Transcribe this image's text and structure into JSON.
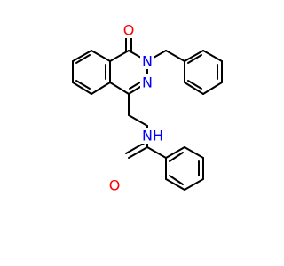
{
  "molecule": {
    "atoms": {
      "carbonyl_oxygen": {
        "symbol": "O",
        "color": "#ff0000"
      },
      "ring_nitrogen_substituted": {
        "symbol": "N",
        "color": "#0000ff"
      },
      "ring_nitrogen_imine": {
        "symbol": "N",
        "color": "#0000ff"
      },
      "amide_nitrogen": {
        "symbol": "N",
        "color": "#0000ff"
      },
      "amide_hydrogen": {
        "symbol": "H",
        "color": "#0000ff"
      },
      "amide_oxygen": {
        "symbol": "O",
        "color": "#ff0000"
      }
    },
    "bond_color": "#000000",
    "background": "#ffffff"
  }
}
